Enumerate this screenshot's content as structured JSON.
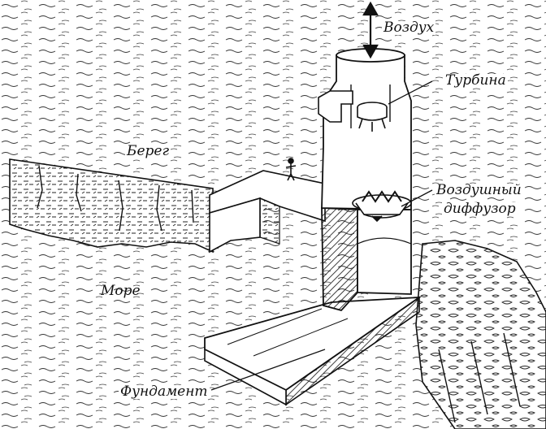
{
  "diagram": {
    "labels": {
      "air": "Воздух",
      "turbine": "Турбина",
      "shore": "Берег",
      "diffuser_line1": "Воздушный",
      "diffuser_line2": "диффузор",
      "sea": "Море",
      "foundation": "Фундамент"
    },
    "colors": {
      "ink": "#111111",
      "paper": "#ffffff"
    }
  }
}
